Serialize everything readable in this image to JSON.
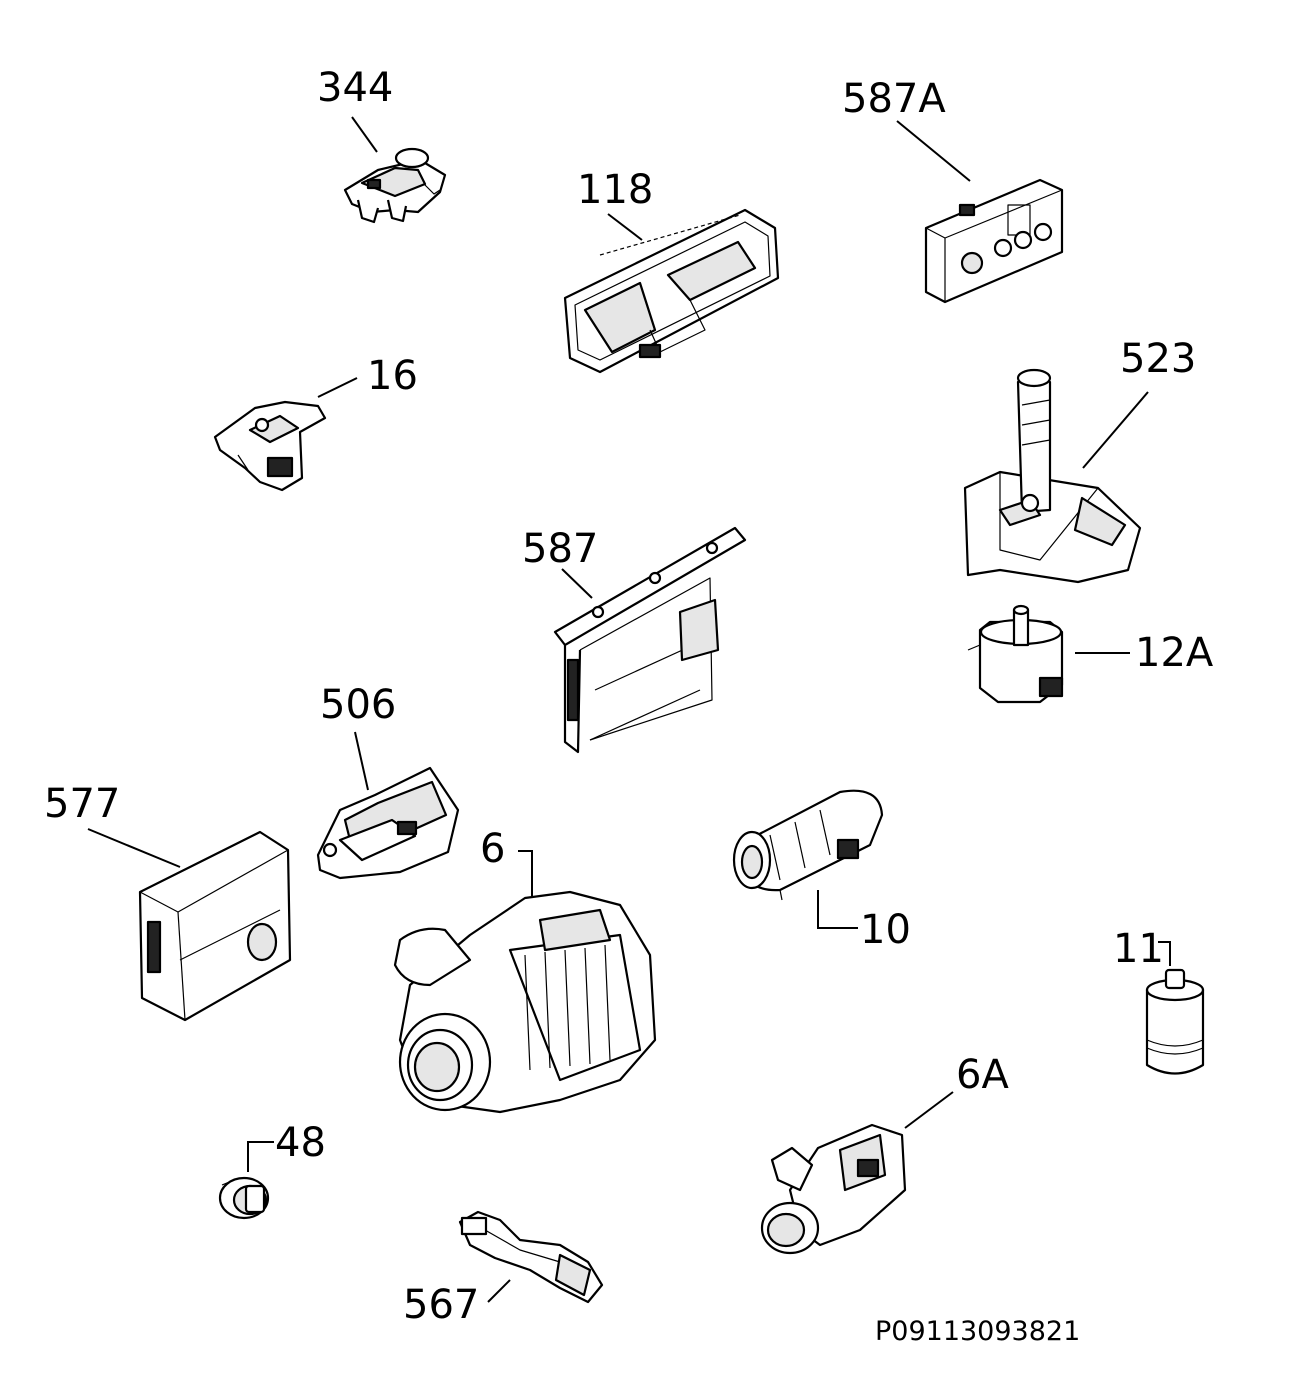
{
  "diagram": {
    "document_code": "P09113093821",
    "parts": [
      {
        "id": "344",
        "label": "344"
      },
      {
        "id": "587A",
        "label": "587A"
      },
      {
        "id": "118",
        "label": "118"
      },
      {
        "id": "16",
        "label": "16"
      },
      {
        "id": "523",
        "label": "523"
      },
      {
        "id": "587",
        "label": "587"
      },
      {
        "id": "12A",
        "label": "12A"
      },
      {
        "id": "506",
        "label": "506"
      },
      {
        "id": "577",
        "label": "577"
      },
      {
        "id": "6",
        "label": "6"
      },
      {
        "id": "10",
        "label": "10"
      },
      {
        "id": "11",
        "label": "11"
      },
      {
        "id": "6A",
        "label": "6A"
      },
      {
        "id": "48",
        "label": "48"
      },
      {
        "id": "567",
        "label": "567"
      }
    ]
  }
}
